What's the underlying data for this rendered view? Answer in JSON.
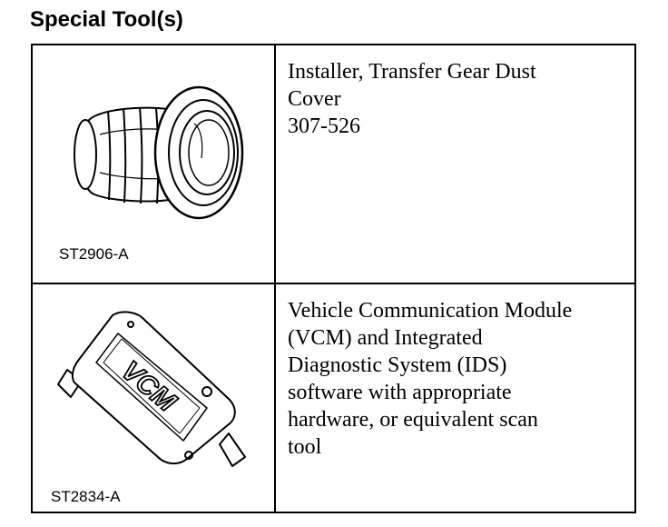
{
  "page": {
    "title": "Special Tool(s)"
  },
  "tools": [
    {
      "code": "ST2906-A",
      "icon": "dust-cover-installer-icon",
      "description_lines": [
        "Installer, Transfer Gear Dust",
        "Cover",
        "307-526"
      ]
    },
    {
      "code": "ST2834-A",
      "icon": "vcm-module-icon",
      "icon_label": "VCM",
      "description_lines": [
        "Vehicle Communication Module",
        "(VCM) and Integrated",
        "Diagnostic System (IDS)",
        "software with appropriate",
        "hardware, or equivalent scan",
        "tool"
      ]
    }
  ]
}
